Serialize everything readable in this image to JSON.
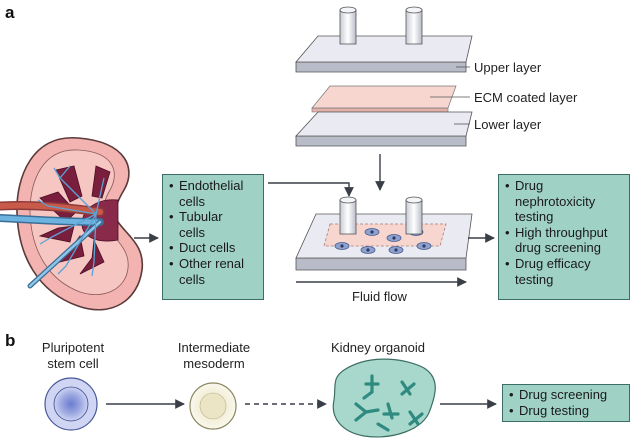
{
  "panel_a": {
    "letter": "a",
    "chip_layers": {
      "upper": "Upper layer",
      "ecm": "ECM coated layer",
      "lower": "Lower layer"
    },
    "cell_types": [
      "Endothelial cells",
      "Tubular cells",
      "Duct cells",
      "Other renal cells"
    ],
    "cell_types_lines": [
      [
        "Endothelial",
        "cells"
      ],
      [
        "Tubular",
        "cells"
      ],
      [
        "Duct cells"
      ],
      [
        "Other renal",
        "cells"
      ]
    ],
    "applications_lines": [
      [
        "Drug",
        "nephrotoxicity",
        "testing"
      ],
      [
        "High throughput",
        "drug screening"
      ],
      [
        "Drug efficacy",
        "testing"
      ]
    ],
    "applications": [
      "Drug nephrotoxicity testing",
      "High throughput drug screening",
      "Drug efficacy testing"
    ],
    "flow_label": "Fluid flow"
  },
  "panel_b": {
    "letter": "b",
    "stages": [
      {
        "label_lines": [
          "Pluripotent",
          "stem cell"
        ]
      },
      {
        "label_lines": [
          "Intermediate",
          "mesoderm"
        ]
      },
      {
        "label_lines": [
          "Kidney organoid"
        ]
      }
    ],
    "outcomes": [
      "Drug screening",
      "Drug testing"
    ]
  },
  "colors": {
    "green_box": "#9fd2c5",
    "kidney_cortex": "#f2b3b1",
    "kidney_medulla": "#7a1e3d",
    "chip_plate": "#e9eaf2",
    "ecm_layer": "#f7d6d0",
    "blue_vessel": "#5aa3d6",
    "organoid": "#a8d8cc"
  }
}
